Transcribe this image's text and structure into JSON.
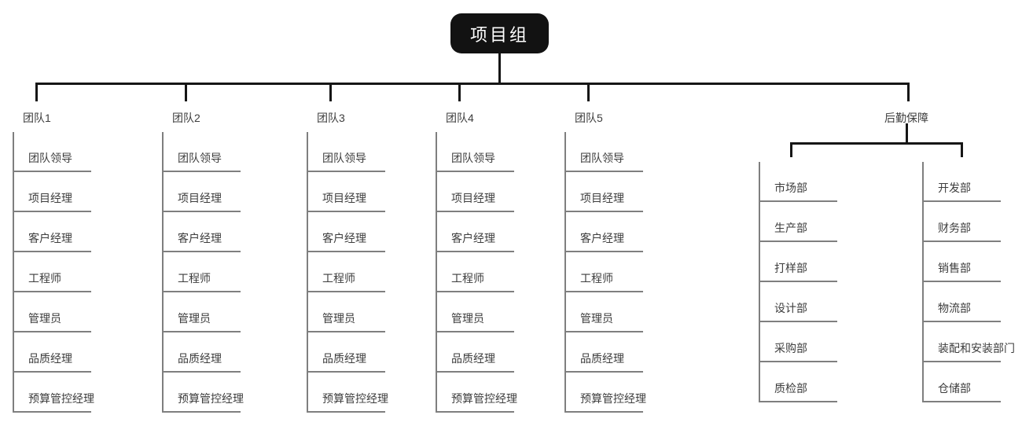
{
  "root": {
    "label": "项目组"
  },
  "teams": [
    {
      "label": "团队1",
      "items": [
        "团队领导",
        "项目经理",
        "客户经理",
        "工程师",
        "管理员",
        "品质经理",
        "预算管控经理"
      ]
    },
    {
      "label": "团队2",
      "items": [
        "团队领导",
        "项目经理",
        "客户经理",
        "工程师",
        "管理员",
        "品质经理",
        "预算管控经理"
      ]
    },
    {
      "label": "团队3",
      "items": [
        "团队领导",
        "项目经理",
        "客户经理",
        "工程师",
        "管理员",
        "品质经理",
        "预算管控经理"
      ]
    },
    {
      "label": "团队4",
      "items": [
        "团队领导",
        "项目经理",
        "客户经理",
        "工程师",
        "管理员",
        "品质经理",
        "预算管控经理"
      ]
    },
    {
      "label": "团队5",
      "items": [
        "团队领导",
        "项目经理",
        "客户经理",
        "工程师",
        "管理员",
        "品质经理",
        "预算管控经理"
      ]
    }
  ],
  "logistics": {
    "label": "后勤保障",
    "columns": [
      {
        "items": [
          "市场部",
          "生产部",
          "打样部",
          "设计部",
          "采购部",
          "质检部"
        ]
      },
      {
        "items": [
          "开发部",
          "财务部",
          "销售部",
          "物流部",
          "装配和安装部门",
          "仓储部"
        ]
      }
    ]
  },
  "colors": {
    "node_background": "#121212",
    "node_text": "#ffffff",
    "connector": "#161616",
    "list_line": "#7f7f7f",
    "text": "#3d3d3d"
  }
}
